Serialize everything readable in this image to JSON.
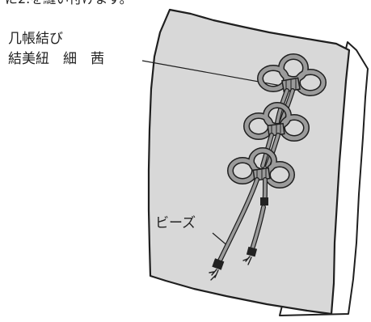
{
  "top_caption": "に2.を縫い付けます。",
  "labels": {
    "knot_name": "几帳結び",
    "cord_name": "結美紐　細　茜",
    "beads": "ビーズ"
  },
  "colors": {
    "cover": "#d8d8d8",
    "pages": "#ffffff",
    "cord": "#9b9b9b",
    "bead": "#222222",
    "outline": "#1f1f1f"
  }
}
